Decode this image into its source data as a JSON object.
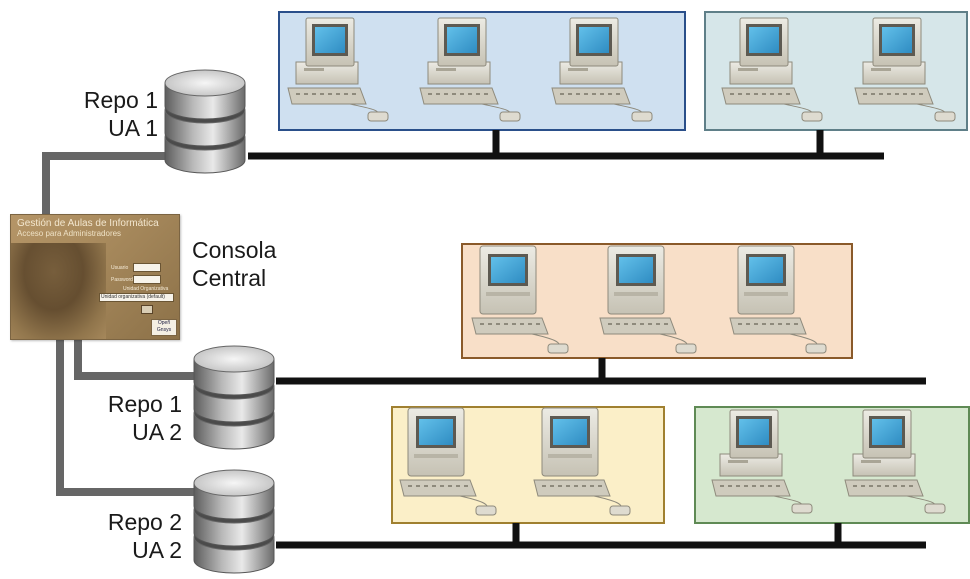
{
  "repos": [
    {
      "id": "repo1-ua1",
      "line1": "Repo 1",
      "line2": "UA 1"
    },
    {
      "id": "repo1-ua2",
      "line1": "Repo 1",
      "line2": "UA 2"
    },
    {
      "id": "repo2-ua2",
      "line1": "Repo 2",
      "line2": "UA 2"
    }
  ],
  "console": {
    "line1": "Consola",
    "line2": "Central",
    "screen": {
      "title": "Gestión de Aulas de Informática",
      "subtitle": "Acceso para Administradores",
      "user_label": "Usuario",
      "password_label": "Password",
      "unit_label": "Unidad Organizativa",
      "unit_value": "Unidad organizativa (default)",
      "logo_text": "Opeñ Gnsys"
    }
  },
  "groups": [
    {
      "id": "ua1-a",
      "fill": "#cfe0f0",
      "stroke": "#2a4f8a",
      "computers": 3,
      "style": "classic"
    },
    {
      "id": "ua1-b",
      "fill": "#d6e6e9",
      "stroke": "#5f7f88",
      "computers": 2,
      "style": "classic"
    },
    {
      "id": "ua2-a",
      "fill": "#f8dfc8",
      "stroke": "#8a5a2a",
      "computers": 3,
      "style": "mac"
    },
    {
      "id": "ua2-b",
      "fill": "#fbefc8",
      "stroke": "#a08030",
      "computers": 2,
      "style": "mac"
    },
    {
      "id": "ua2-c",
      "fill": "#d6e8cf",
      "stroke": "#5f8a55",
      "computers": 2,
      "style": "classic"
    }
  ],
  "colors": {
    "bus": "#111111",
    "trunk": "#666666",
    "screen": "#3fa2d6",
    "case": "#d9d6ca",
    "case_dark": "#a9a596",
    "disk_top": "#e6e6e6",
    "disk_side": "#8f8f8f",
    "disk_dark": "#4a4a4a"
  }
}
